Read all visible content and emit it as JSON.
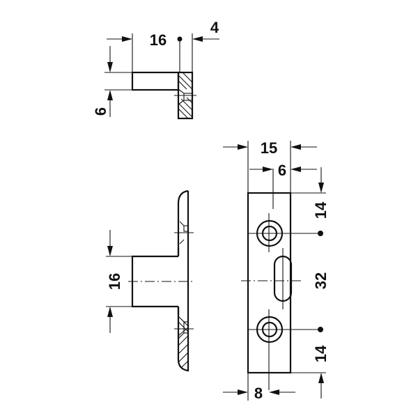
{
  "drawing": {
    "top_view": {
      "dimensions": {
        "length": "16",
        "plate_thickness": "4",
        "pin_height": "6"
      }
    },
    "side_view": {
      "dimensions": {
        "pin_diameter": "16"
      }
    },
    "front_view": {
      "dimensions": {
        "width": "15",
        "hole_offset": "6",
        "top_hole_spacing": "14",
        "slot_center_spacing": "32",
        "bottom_hole_spacing": "14",
        "bottom_offset": "8"
      }
    },
    "colors": {
      "line": "#111111",
      "background": "#ffffff"
    }
  }
}
